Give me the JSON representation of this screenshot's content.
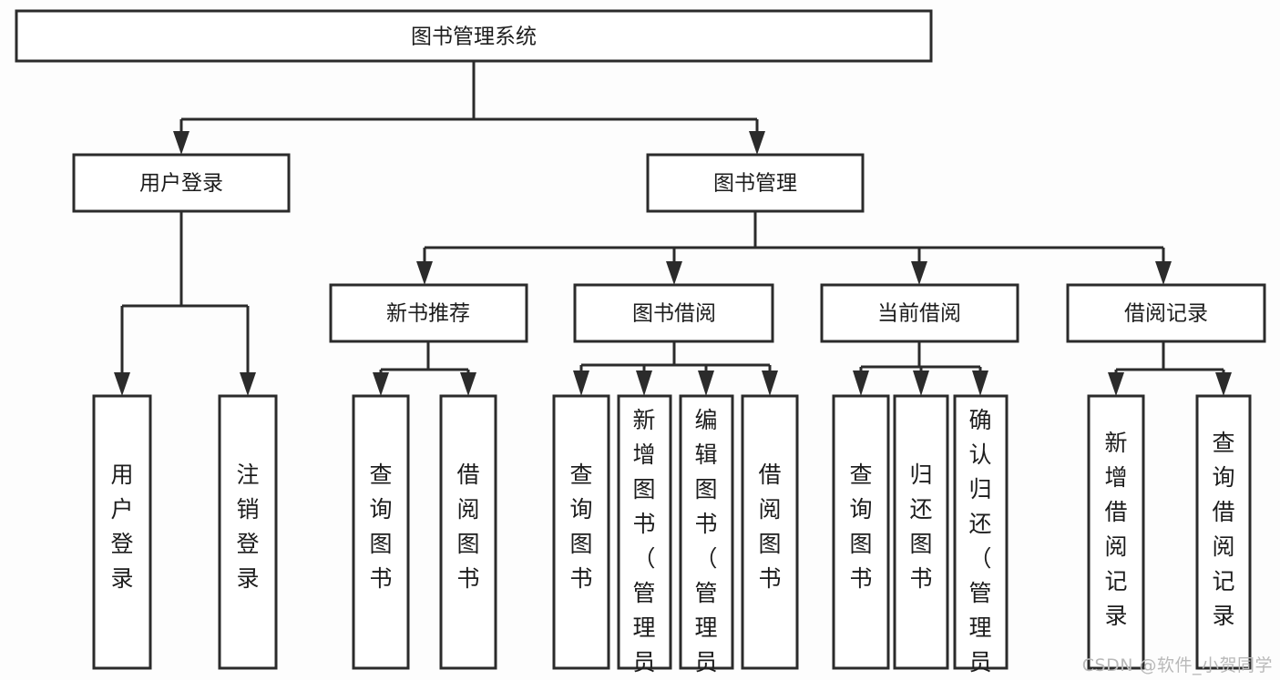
{
  "diagram": {
    "title": "图书管理系统",
    "type": "tree-hierarchy-diagram",
    "watermark": "CSDN @软件_小贺同学",
    "colors": {
      "stroke": "#2b2b2b",
      "box_fill": "#ffffff",
      "text": "#1c1c1c",
      "background": "#fdfdfd",
      "watermark": "#b9b9b9"
    },
    "root": {
      "id": "root",
      "label": "图书管理系统",
      "orientation": "horizontal"
    },
    "level2": [
      {
        "id": "user-login",
        "label": "用户登录",
        "orientation": "horizontal"
      },
      {
        "id": "book-management",
        "label": "图书管理",
        "orientation": "horizontal"
      }
    ],
    "level3": [
      {
        "id": "new-book-recommend",
        "label": "新书推荐",
        "orientation": "horizontal",
        "parent": "book-management"
      },
      {
        "id": "book-borrow",
        "label": "图书借阅",
        "orientation": "horizontal",
        "parent": "book-management"
      },
      {
        "id": "current-borrow",
        "label": "当前借阅",
        "orientation": "horizontal",
        "parent": "book-management"
      },
      {
        "id": "borrow-record",
        "label": "借阅记录",
        "orientation": "horizontal",
        "parent": "book-management"
      }
    ],
    "leaves": [
      {
        "id": "leaf-user-login",
        "label": "用户登录",
        "parent": "user-login",
        "orientation": "vertical"
      },
      {
        "id": "leaf-user-logout",
        "label": "注销登录",
        "parent": "user-login",
        "orientation": "vertical"
      },
      {
        "id": "leaf-query-book-1",
        "label": "查询图书",
        "parent": "new-book-recommend",
        "orientation": "vertical"
      },
      {
        "id": "leaf-borrow-book-1",
        "label": "借阅图书",
        "parent": "new-book-recommend",
        "orientation": "vertical"
      },
      {
        "id": "leaf-query-book-2",
        "label": "查询图书",
        "parent": "book-borrow",
        "orientation": "vertical"
      },
      {
        "id": "leaf-add-book",
        "label": "新增图书（管理员）",
        "parent": "book-borrow",
        "orientation": "vertical"
      },
      {
        "id": "leaf-edit-book",
        "label": "编辑图书（管理员）",
        "parent": "book-borrow",
        "orientation": "vertical"
      },
      {
        "id": "leaf-borrow-book-2",
        "label": "借阅图书",
        "parent": "book-borrow",
        "orientation": "vertical"
      },
      {
        "id": "leaf-query-book-3",
        "label": "查询图书",
        "parent": "current-borrow",
        "orientation": "vertical"
      },
      {
        "id": "leaf-return-book",
        "label": "归还图书",
        "parent": "current-borrow",
        "orientation": "vertical"
      },
      {
        "id": "leaf-confirm-return",
        "label": "确认归还（管理员）",
        "parent": "current-borrow",
        "orientation": "vertical"
      },
      {
        "id": "leaf-add-record",
        "label": "新增借阅记录",
        "parent": "borrow-record",
        "orientation": "vertical"
      },
      {
        "id": "leaf-query-record",
        "label": "查询借阅记录",
        "parent": "borrow-record",
        "orientation": "vertical"
      }
    ]
  }
}
